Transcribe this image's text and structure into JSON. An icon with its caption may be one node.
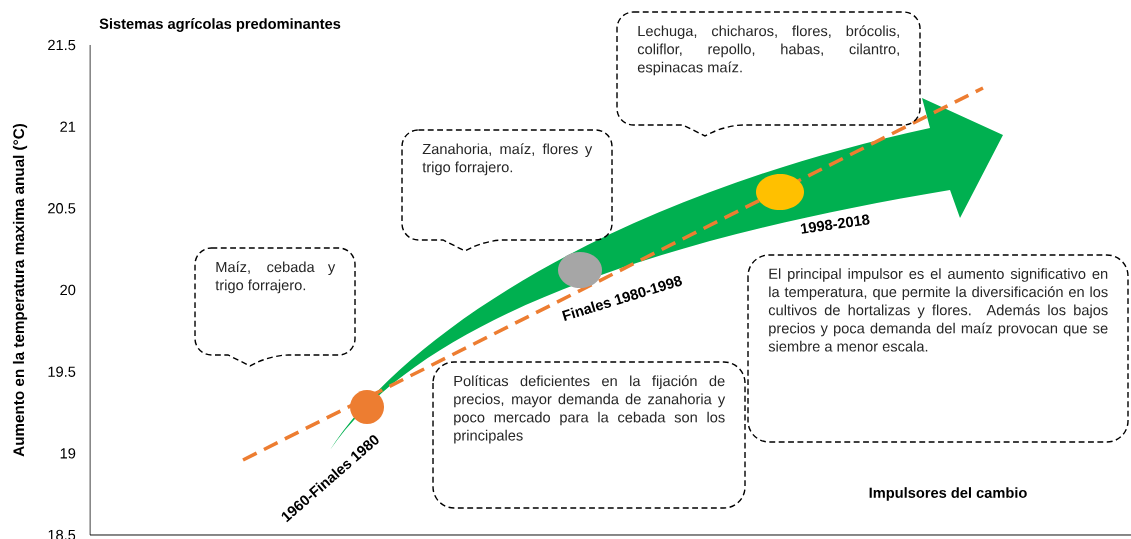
{
  "diagram": {
    "title": "Sistemas agrícolas predominantes",
    "nodes": [
      {
        "text": [
          "Maíz, cebada y trigo forrajero."
        ]
      },
      {
        "text": [
          "Zanahoria, maíz, flores y trigo forrajero."
        ]
      },
      {
        "text": [
          "Lechuga, chicharos, flores, brócolis, coliflor, repollo, habas, cilantro, espinacas maíz."
        ]
      },
      {
        "text": [
          "Políticas deficientes en la fijación de precios, mayor demanda de zanahoria y poco mercado para la cebada son los principales"
        ]
      },
      {
        "text": [
          "El principal impulsor es el aumento significativo en la temperatura, que permite la diversificación en los cultivos de hortalizas y flores. Además los bajos precios y poca demanda del maíz provocan que se siembre a menor escala."
        ]
      },
      {
        "text": [],
        "shape": "circle",
        "beside": [
          "1960-Finales 1980"
        ]
      },
      {
        "text": [],
        "shape": "circle",
        "beside": [
          "Finales 1980-1998"
        ]
      },
      {
        "text": [],
        "shape": "circle",
        "beside": [
          "1998-2018"
        ]
      }
    ],
    "labels": [
      "Aumento en la temperatura maxima anual (°C)",
      "21.5",
      "21",
      "20.5",
      "20",
      "19.5",
      "19",
      "18.5",
      "Impulsores del cambio"
    ]
  }
}
